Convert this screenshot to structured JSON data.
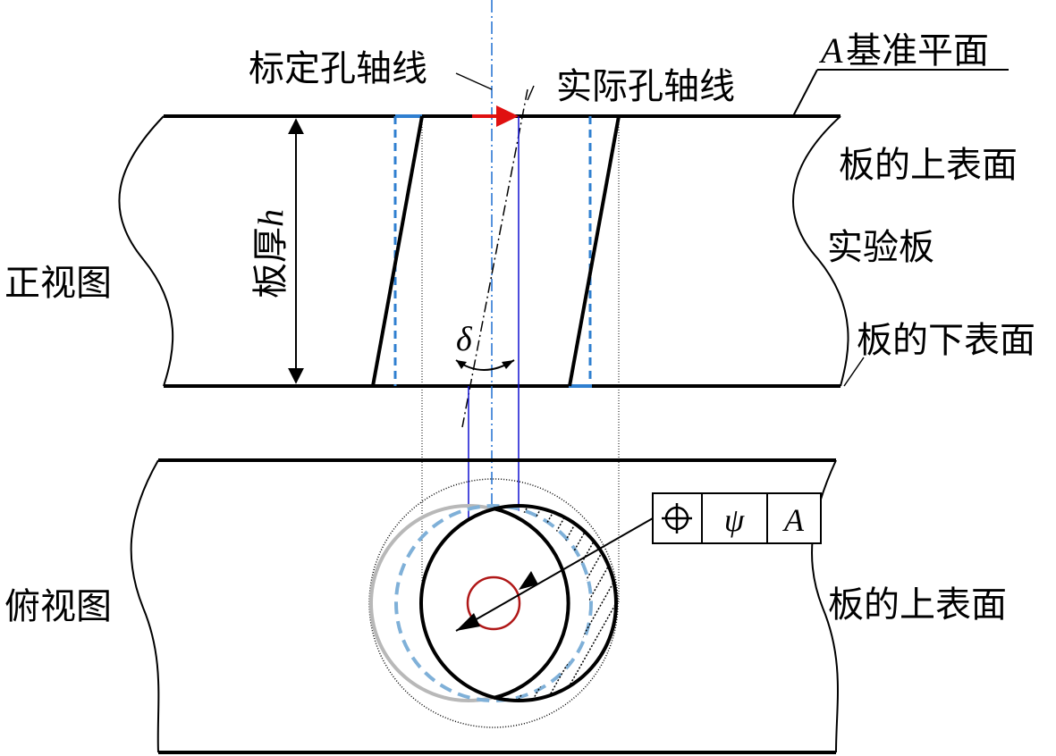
{
  "labels": {
    "datum_plane_letter": "A",
    "datum_plane_text": "基准平面",
    "nominal_axis": "标定孔轴线",
    "actual_axis": "实际孔轴线",
    "upper_surface_front": "板的上表面",
    "test_plate": "实验板",
    "lower_surface": "板的下表面",
    "front_view": "正视图",
    "thickness_text": "板厚",
    "thickness_symbol": "h",
    "delta_symbol": "δ",
    "top_view": "俯视图",
    "upper_surface_top": "板的上表面"
  },
  "tolerance_frame": {
    "position_symbol": "⌖",
    "tolerance_value": "ψ",
    "datum": "A"
  },
  "colors": {
    "line": "#000000",
    "axis_blue": "#1f6fd0",
    "dashed_blue": "#2f7fd0",
    "light_blue": "#7fb0d8",
    "red": "#e01010",
    "dark_red": "#b01818",
    "gray": "#b8b8b8",
    "drill_blue": "#1010d0"
  }
}
